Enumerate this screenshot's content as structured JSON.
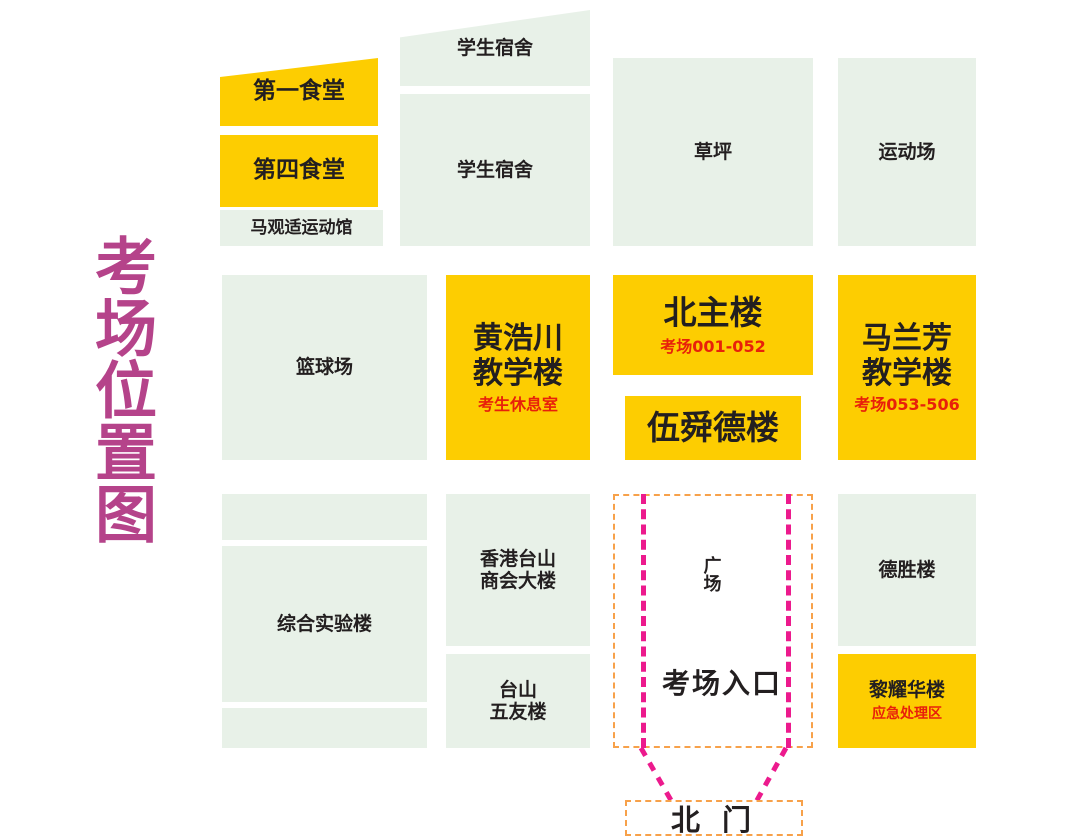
{
  "title": "考场位置图",
  "colors": {
    "title": "#b5438a",
    "highlight": "#fdcd01",
    "neutral": "#e8f1e8",
    "alert_text": "#e8200a",
    "path": "#ec1a8d",
    "boundary": "#f7a14a",
    "text": "#231f20"
  },
  "buildings": {
    "canteen_1": {
      "label": "第一食堂"
    },
    "canteen_4": {
      "label": "第四食堂"
    },
    "gym": {
      "label": "马观适运动馆"
    },
    "dorm_1": {
      "label": "学生宿舍"
    },
    "dorm_2": {
      "label": "学生宿舍"
    },
    "lawn": {
      "label": "草坪"
    },
    "sports_field": {
      "label": "运动场"
    },
    "basketball_court": {
      "label": "篮球场"
    },
    "huanghaochuan": {
      "label": "黄浩川\n教学楼",
      "note": "考生休息室"
    },
    "north_main": {
      "label": "北主楼",
      "note": "考场001-052"
    },
    "wushunde": {
      "label": "伍舜德楼"
    },
    "malanfang": {
      "label": "马兰芳\n教学楼",
      "note": "考场053-506"
    },
    "comprehensive_lab": {
      "label": "综合实验楼"
    },
    "hk_taishan": {
      "label": "香港台山\n商会大楼"
    },
    "taishan_wuyou": {
      "label": "台山\n五友楼"
    },
    "desheng": {
      "label": "德胜楼"
    },
    "liyaohua": {
      "label": "黎耀华楼",
      "note": "应急处理区"
    }
  },
  "plaza": {
    "label": "广场",
    "entrance_label": "考场入口"
  },
  "gate": {
    "label": "北 门"
  }
}
